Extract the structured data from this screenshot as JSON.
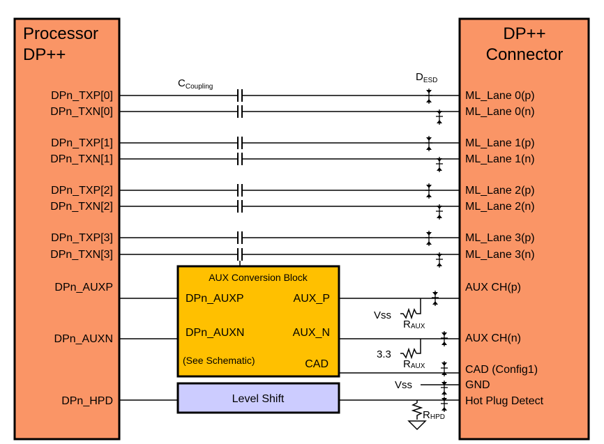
{
  "processor": {
    "title_line1": "Processor",
    "title_line2": "DP++",
    "color": "#FA9566"
  },
  "connector": {
    "title_line1": "DP++",
    "title_line2": "Connector",
    "color": "#FA9566"
  },
  "coupling_label": {
    "main": "C",
    "sub": "Coupling"
  },
  "esd_label": {
    "main": "D",
    "sub": "ESD"
  },
  "lanes": [
    {
      "proc": "DPn_TXP[0]",
      "conn": "ML_Lane 0(p)"
    },
    {
      "proc": "DPn_TXN[0]",
      "conn": "ML_Lane 0(n)"
    },
    {
      "proc": "DPn_TXP[1]",
      "conn": "ML_Lane 1(p)"
    },
    {
      "proc": "DPn_TXN[1]",
      "conn": "ML_Lane 1(n)"
    },
    {
      "proc": "DPn_TXP[2]",
      "conn": "ML_Lane 2(p)"
    },
    {
      "proc": "DPn_TXN[2]",
      "conn": "ML_Lane 2(n)"
    },
    {
      "proc": "DPn_TXP[3]",
      "conn": "ML_Lane 3(p)"
    },
    {
      "proc": "DPn_TXN[3]",
      "conn": "ML_Lane 3(n)"
    }
  ],
  "aux_block": {
    "title": "AUX Conversion Block",
    "in_p": "DPn_AUXP",
    "in_n": "DPn_AUXN",
    "out_p": "AUX_P",
    "out_n": "AUX_N",
    "note": "(See Schematic)",
    "cad": "CAD",
    "color": "#FFC000"
  },
  "level_shift": {
    "label": "Level Shift",
    "color": "#CCCCFF"
  },
  "signals": {
    "proc_auxp": "DPn_AUXP",
    "proc_auxn": "DPn_AUXN",
    "proc_hpd": "DPn_HPD",
    "conn_auxp": "AUX CH(p)",
    "conn_auxn": "AUX CH(n)",
    "conn_cad": "CAD (Config1)",
    "conn_gnd": "GND",
    "conn_hpd": "Hot Plug Detect"
  },
  "resistors": {
    "vss_top": "Vss",
    "raux_top_main": "R",
    "raux_top_sub": "AUX",
    "v33": "3.3",
    "raux_bot_main": "R",
    "raux_bot_sub": "AUX",
    "vss_gnd": "Vss",
    "rhpd_main": "R",
    "rhpd_sub": "HPD"
  }
}
